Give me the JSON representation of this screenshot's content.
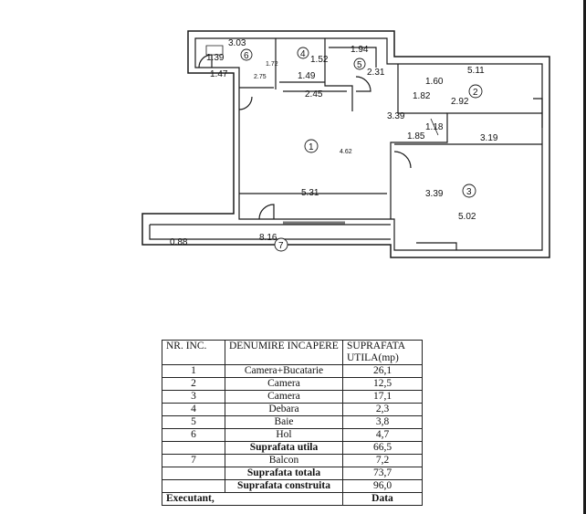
{
  "plan": {
    "dims": [
      "3.03",
      "1.39",
      "1.47",
      "1.72",
      "2.75",
      "1.52",
      "1.49",
      "1.94",
      "2.31",
      "5.11",
      "1.60",
      "1.82",
      "2.92",
      "2.45",
      "3.39",
      "1.18",
      "1.85",
      "3.19",
      "4.62",
      "5.31",
      "3.39",
      "5.02",
      "0.88",
      "8.16"
    ],
    "rooms": [
      "1",
      "2",
      "3",
      "4",
      "5",
      "6",
      "7"
    ]
  },
  "table": {
    "header": {
      "nr": "NR. INC.",
      "name": "DENUMIRE INCAPERE",
      "area": "SUPRAFATA UTILA(mp)"
    },
    "rows": [
      {
        "nr": "1",
        "name": "Camera+Bucatarie",
        "area": "26,1"
      },
      {
        "nr": "2",
        "name": "Camera",
        "area": "12,5"
      },
      {
        "nr": "3",
        "name": "Camera",
        "area": "17,1"
      },
      {
        "nr": "4",
        "name": "Debara",
        "area": "2,3"
      },
      {
        "nr": "5",
        "name": "Baie",
        "area": "3,8"
      },
      {
        "nr": "6",
        "name": "Hol",
        "area": "4,7"
      }
    ],
    "total_useful": {
      "name": "Suprafata utila",
      "area": "66,5"
    },
    "balcony": {
      "nr": "7",
      "name": "Balcon",
      "area": "7,2"
    },
    "total": {
      "name": "Suprafata totala",
      "area": "73,7"
    },
    "built": {
      "name": "Suprafata construita",
      "area": "96,0"
    },
    "footer": {
      "left": "Executant,",
      "right": "Data"
    }
  }
}
